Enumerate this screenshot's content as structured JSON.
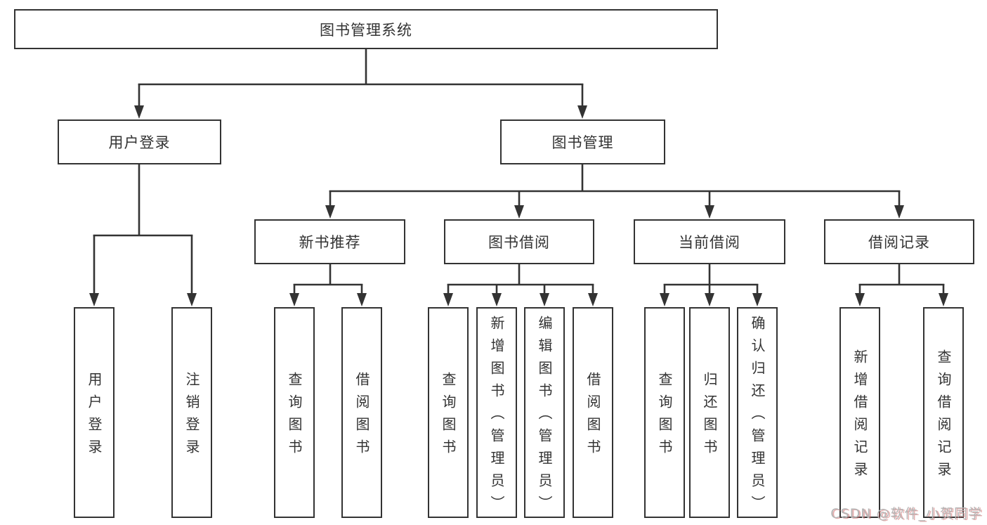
{
  "colors": {
    "line": "#333333",
    "box_border": "#333333",
    "text": "#333333",
    "background": "#ffffff",
    "watermark": "#b5b5b5",
    "watermark_shadow": "#d06a6a"
  },
  "diagram": {
    "title": "图书管理系统",
    "level2": {
      "user_login": "用户登录",
      "book_management": "图书管理"
    },
    "level3": {
      "new_book_recommend": "新书推荐",
      "book_borrow": "图书借阅",
      "current_borrow": "当前借阅",
      "borrow_records": "借阅记录"
    },
    "leaves": {
      "user_login": "用户登录",
      "logout": "注销登录",
      "nb_query_books": "查询图书",
      "nb_borrow_books": "借阅图书",
      "bb_query_books": "查询图书",
      "bb_add_books": "新增图书（管理员）",
      "bb_edit_books": "编辑图书（管理员）",
      "bb_borrow_books": "借阅图书",
      "cb_query_books": "查询图书",
      "cb_return_books": "归还图书",
      "cb_confirm_return": "确认归还（管理员）",
      "br_add_record": "新增借阅记录",
      "br_query_record": "查询借阅记录"
    }
  },
  "watermark": {
    "text": "CSDN @软件_小贺同学"
  }
}
